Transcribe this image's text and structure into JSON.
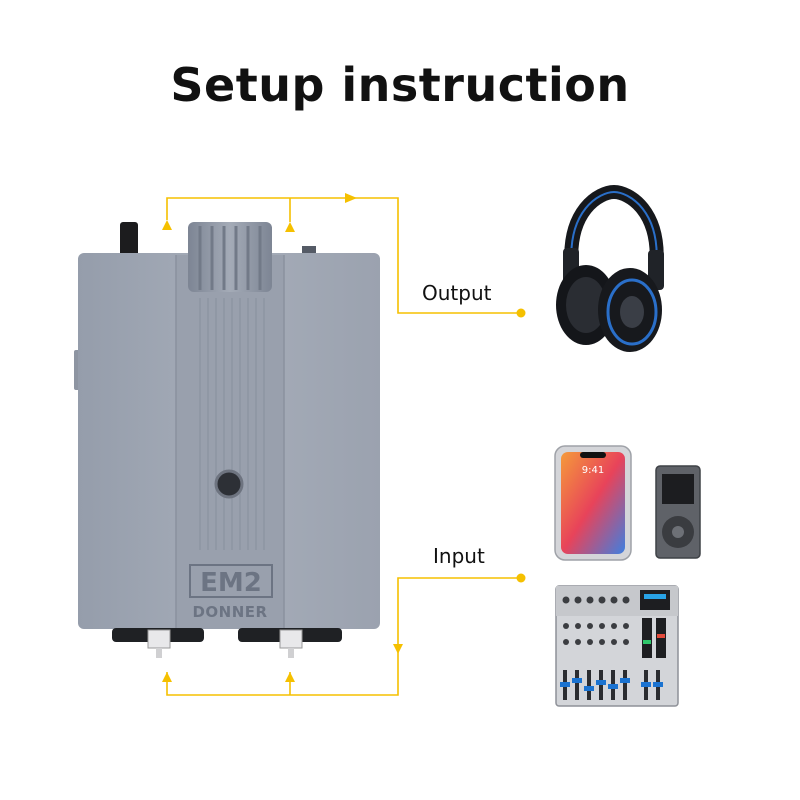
{
  "title": "Setup instruction",
  "labels": {
    "output": "Output",
    "input": "Input"
  },
  "device": {
    "model": "EM2",
    "brand": "DONNER"
  },
  "phone": {
    "time": "9:41"
  },
  "colors": {
    "connector_line": "#f5c000",
    "device_body": "#a3aab6",
    "title_text": "#111111"
  },
  "icons": [
    "headphones-icon",
    "smartphone-icon",
    "mp3-player-icon",
    "mixer-icon"
  ]
}
